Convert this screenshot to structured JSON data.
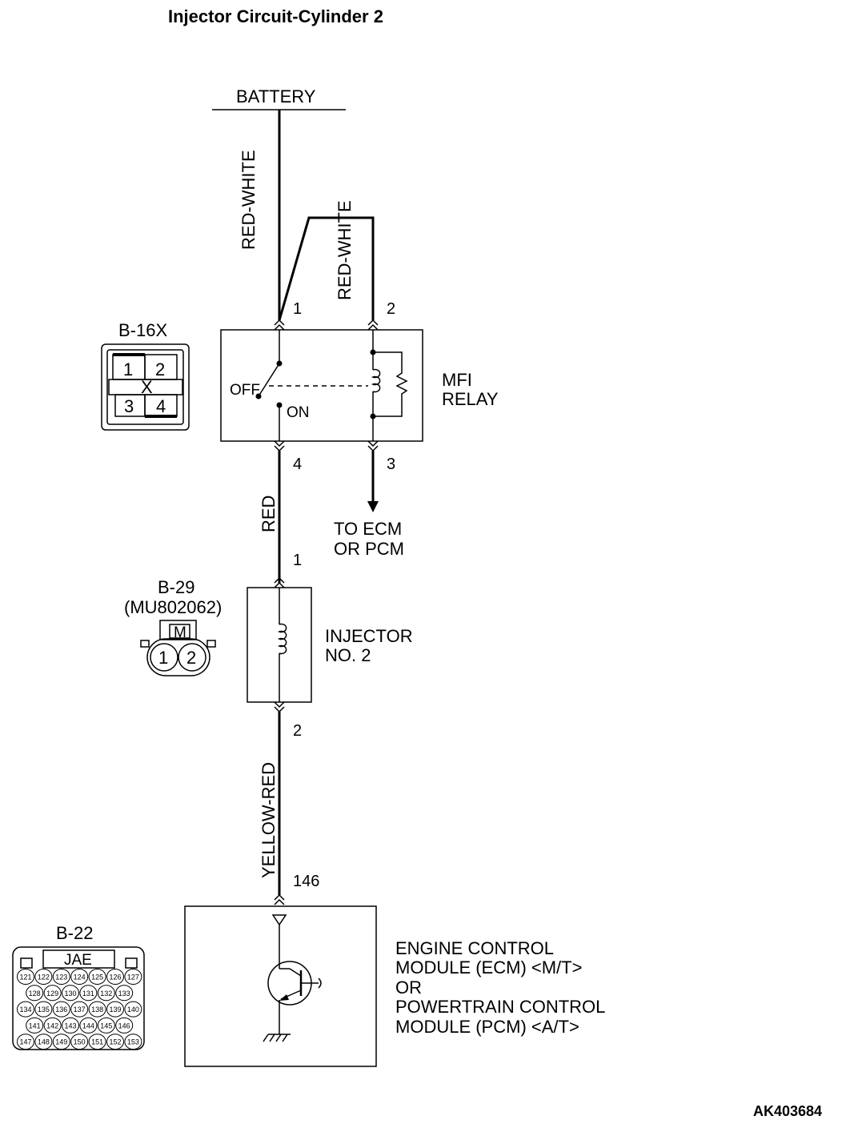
{
  "title": "Injector Circuit-Cylinder 2",
  "figure_code": "AK403684",
  "battery": {
    "label": "BATTERY"
  },
  "wires": {
    "battery_to_relay_pin1": "RED-WHITE",
    "battery_to_relay_pin2": "RED-WHITE",
    "relay_to_injector": "RED",
    "injector_to_ecm": "YELLOW-RED"
  },
  "relay": {
    "name_line1": "MFI",
    "name_line2": "RELAY",
    "pin_1": "1",
    "pin_2": "2",
    "pin_3": "3",
    "pin_4": "4",
    "switch_off": "OFF",
    "switch_on": "ON",
    "to_ecm_line1": "TO ECM",
    "to_ecm_line2": "OR PCM"
  },
  "connector_b16x": {
    "id": "B-16X",
    "pins": [
      "1",
      "2",
      "3",
      "4"
    ],
    "mark": "X"
  },
  "injector": {
    "name_line1": "INJECTOR",
    "name_line2": "NO. 2",
    "pin_1": "1",
    "pin_2": "2"
  },
  "connector_b29": {
    "id": "B-29",
    "part": "(MU802062)",
    "mark": "M",
    "pins": [
      "1",
      "2"
    ]
  },
  "ecm": {
    "pin": "146",
    "line1": "ENGINE CONTROL",
    "line2": "MODULE (ECM) <M/T>",
    "line3": "OR",
    "line4": "POWERTRAIN CONTROL",
    "line5": "MODULE (PCM) <A/T>"
  },
  "connector_b22": {
    "id": "B-22",
    "maker": "JAE",
    "rows": [
      [
        "121",
        "122",
        "123",
        "124",
        "125",
        "126",
        "127"
      ],
      [
        "128",
        "129",
        "130",
        "131",
        "132",
        "133"
      ],
      [
        "134",
        "135",
        "136",
        "137",
        "138",
        "139",
        "140"
      ],
      [
        "141",
        "142",
        "143",
        "144",
        "145",
        "146"
      ],
      [
        "147",
        "148",
        "149",
        "150",
        "151",
        "152",
        "153"
      ]
    ]
  }
}
